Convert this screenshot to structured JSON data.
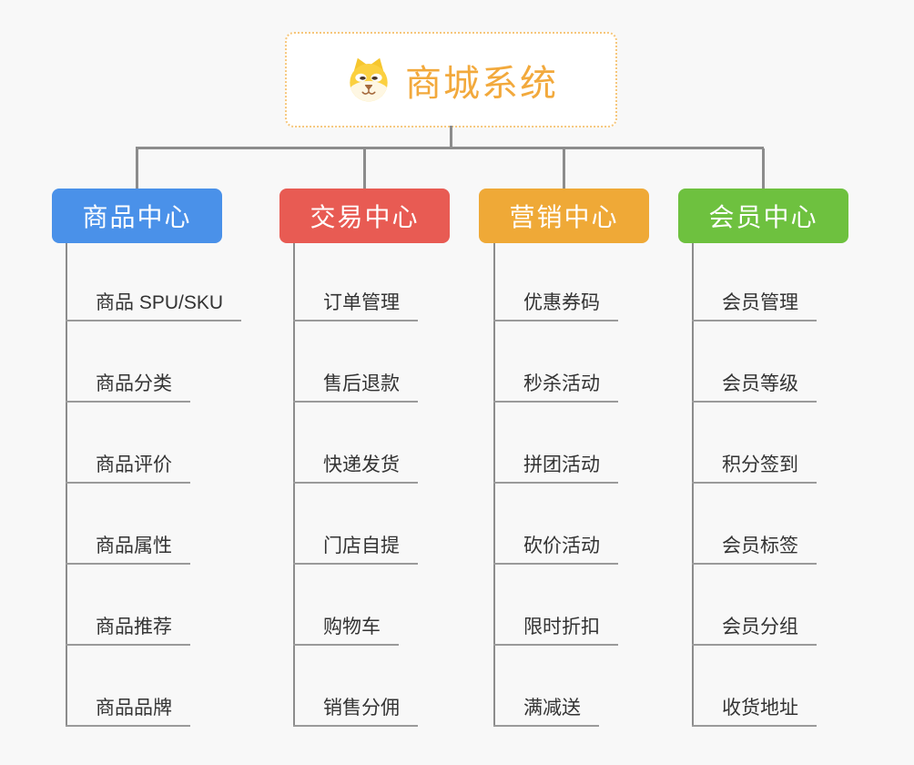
{
  "root": {
    "title": "商城系统",
    "icon": "shiba-dog-icon",
    "title_color": "#F2A93C",
    "border_color": "#F6C77C"
  },
  "connector_color": "#8C8C8C",
  "branches": [
    {
      "label": "商品中心",
      "color": "#4A91E9",
      "items": [
        "商品 SPU/SKU",
        "商品分类",
        "商品评价",
        "商品属性",
        "商品推荐",
        "商品品牌"
      ]
    },
    {
      "label": "交易中心",
      "color": "#E85B53",
      "items": [
        "订单管理",
        "售后退款",
        "快递发货",
        "门店自提",
        "购物车",
        "销售分佣"
      ]
    },
    {
      "label": "营销中心",
      "color": "#EFA937",
      "items": [
        "优惠券码",
        "秒杀活动",
        "拼团活动",
        "砍价活动",
        "限时折扣",
        "满减送"
      ]
    },
    {
      "label": "会员中心",
      "color": "#6EC13F",
      "items": [
        "会员管理",
        "会员等级",
        "积分签到",
        "会员标签",
        "会员分组",
        "收货地址"
      ]
    }
  ]
}
